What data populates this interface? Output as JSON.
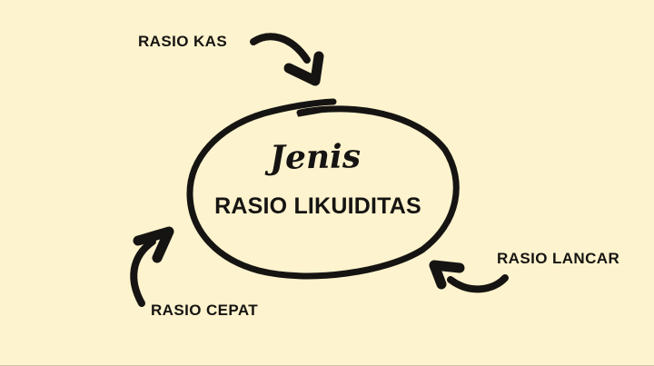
{
  "canvas": {
    "background": "#FDF3CE",
    "ink": "#161412"
  },
  "center": {
    "subtitle": "Jenis",
    "title": "RASIO LIKUIDITAS"
  },
  "labels": {
    "kas": "RASIO KAS",
    "lancar": "RASIO LANCAR",
    "cepat": "RASIO CEPAT"
  }
}
